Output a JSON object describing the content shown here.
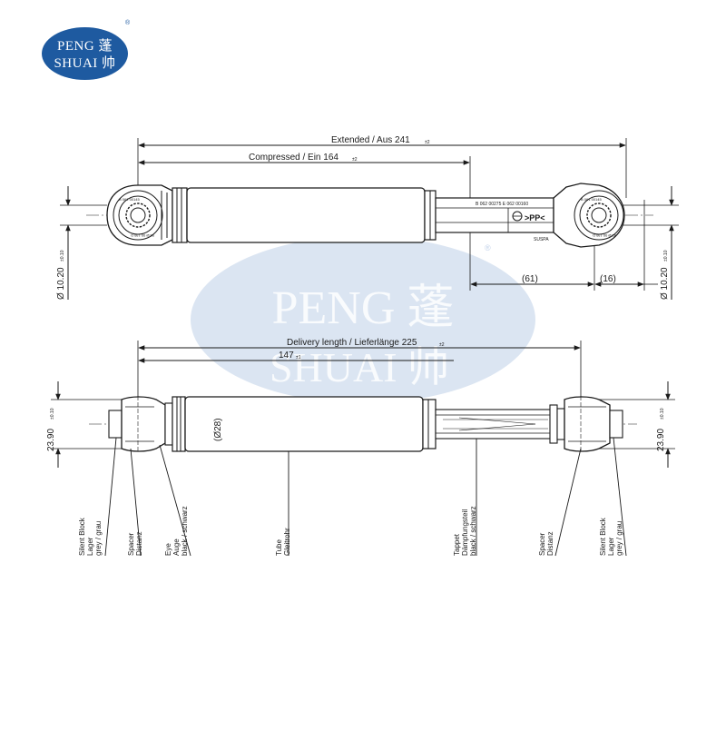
{
  "logo": {
    "line1": "PENG 蓬",
    "line2": "SHUAI 帅",
    "reg": "®",
    "color": "#1e5aa0"
  },
  "watermark": {
    "line1": "PENG 蓬",
    "line2": "SHUAI 帅",
    "reg": "®",
    "color": "#dbe5f2"
  },
  "top_view": {
    "extended": {
      "label": "Extended / Aus  241",
      "tol": "±2"
    },
    "compressed": {
      "label": "Compressed / Ein  164",
      "tol": "±2"
    },
    "dim_61": "(61)",
    "dim_16": "(16)",
    "bore_left": {
      "label": "Ø 10.20",
      "tol": "±0.10"
    },
    "bore_right": {
      "label": "Ø 10.20",
      "tol": "±0.10"
    },
    "marking_rod": "B 062 00275  E 062 00160",
    "marking_pp": ">PP<",
    "marking_suspa": "SUSPA",
    "marking_eye_a": "B 061 00145",
    "marking_eye_b": "93 Ø 00 190 D",
    "marking_eye_c": "B 061 00145",
    "marking_eye_d": "93 Ø 00 190 D"
  },
  "side_view": {
    "delivery": {
      "label": "Delivery length / Lieferlänge  225",
      "tol": "±2"
    },
    "length_147": {
      "label": "147",
      "tol": "±1"
    },
    "dia_28": "(Ø28)",
    "width_left": {
      "label": "23.90",
      "tol": "±0.10"
    },
    "width_right": {
      "label": "23.90",
      "tol": "±0.10"
    }
  },
  "callouts": [
    {
      "lines": [
        "Silent Block",
        "Lager",
        "grey / grau"
      ]
    },
    {
      "lines": [
        "Spacer",
        "Distanz"
      ]
    },
    {
      "lines": [
        "Eye",
        "Auge",
        "black / schwarz"
      ]
    },
    {
      "lines": [
        "Tube",
        "Gleitrohr"
      ]
    },
    {
      "lines": [
        "Tappet",
        "Dämpfungsteil",
        "black / schwarz"
      ]
    },
    {
      "lines": [
        "Spacer",
        "Distanz"
      ]
    },
    {
      "lines": [
        "Silent Block",
        "Lager",
        "grey / grau"
      ]
    }
  ]
}
